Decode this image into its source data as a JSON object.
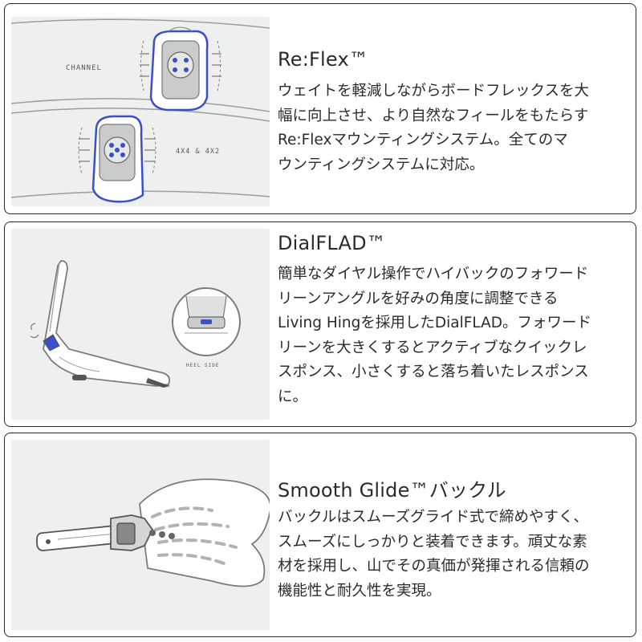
{
  "features": [
    {
      "title": "Re:Flex™",
      "description_lines": [
        "ウェイトを軽減しながらボードフレックスを大",
        "幅に向上させ、より自然なフィールをもたらす",
        "Re:Flexマウンティングシステム。全てのマ",
        "ウンティングシステムに対応。"
      ],
      "illustration_labels": {
        "channel": "CHANNEL",
        "mount": "4X4 & 4X2"
      }
    },
    {
      "title": "DialFLAD™",
      "description_lines": [
        "簡単なダイヤル操作でハイバックのフォワード",
        "リーンアングルを好みの角度に調整できる",
        "Living Hingを採用したDialFLAD。フォワード",
        "リーンを大きくするとアクティブなクイックレ",
        "スポンス、小さくすると落ち着いたレスポンス",
        "に。"
      ],
      "illustration_labels": {
        "heel": "HEEL SIDE"
      }
    },
    {
      "title": "Smooth Glide™バックル",
      "description_lines": [
        "バックルはスムーズグライド式で締めやすく、",
        "スムーズにしっかりと装着できます。頑丈な素",
        "材を採用し、山でその真価が発揮される信頼の",
        "機能性と耐久性を実現。"
      ]
    }
  ],
  "colors": {
    "accent_blue": "#3a4fc9",
    "line_gray": "#8a8d8c",
    "panel_bg": "#eef0ef"
  }
}
